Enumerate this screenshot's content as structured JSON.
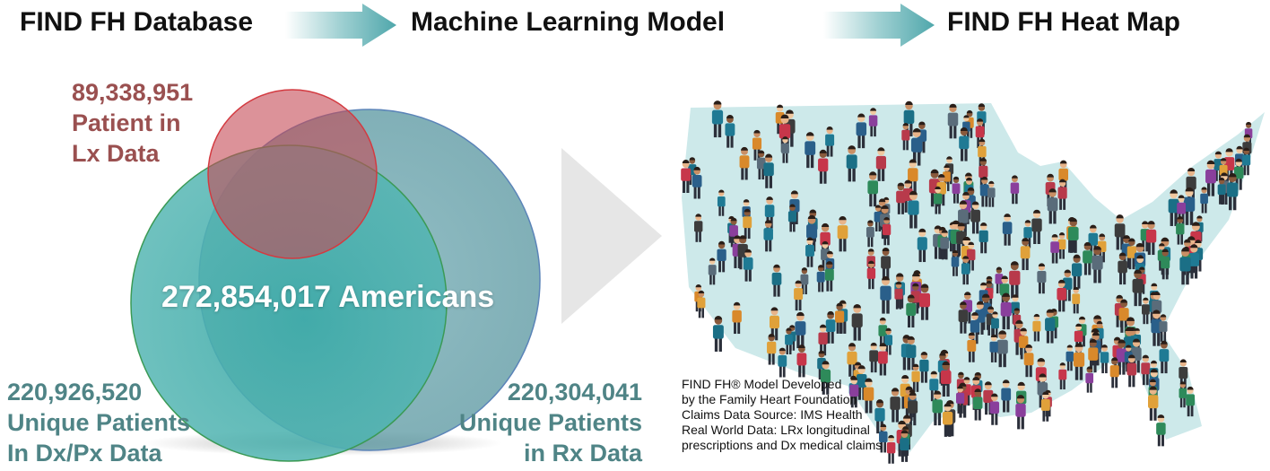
{
  "headers": {
    "step1": "FIND FH Database",
    "step2": "Machine Learning Model",
    "step3": "FIND FH Heat Map"
  },
  "venn": {
    "lx": {
      "line1": "89,338,951",
      "line2": "Patient in",
      "line3": "Lx Data"
    },
    "dx": {
      "line1": "220,926,520",
      "line2": "Unique Patients",
      "line3": "In Dx/Px Data"
    },
    "rx": {
      "line1": "220,304,041",
      "line2": "Unique Patients",
      "line3": "in Rx Data"
    },
    "total": "272,854,017 Americans"
  },
  "footnote": {
    "line1": "FIND FH® Model Developed",
    "line2": "by the Family Heart Foundation",
    "line3": "Claims Data Source: IMS Health",
    "line4": "Real World Data: LRx longitudinal",
    "line5": "prescriptions and Dx medical claims"
  },
  "colors": {
    "arrow_teal": "#5fb0b4",
    "lx_circle": "#c9505a",
    "dx_circle": "#4fb3b0",
    "rx_circle": "#6da3ab",
    "map_fill": "#cde9ea",
    "gray_chevron": "#e6e6e6",
    "stat_red": "#9a5050",
    "stat_teal": "#4f8486"
  }
}
